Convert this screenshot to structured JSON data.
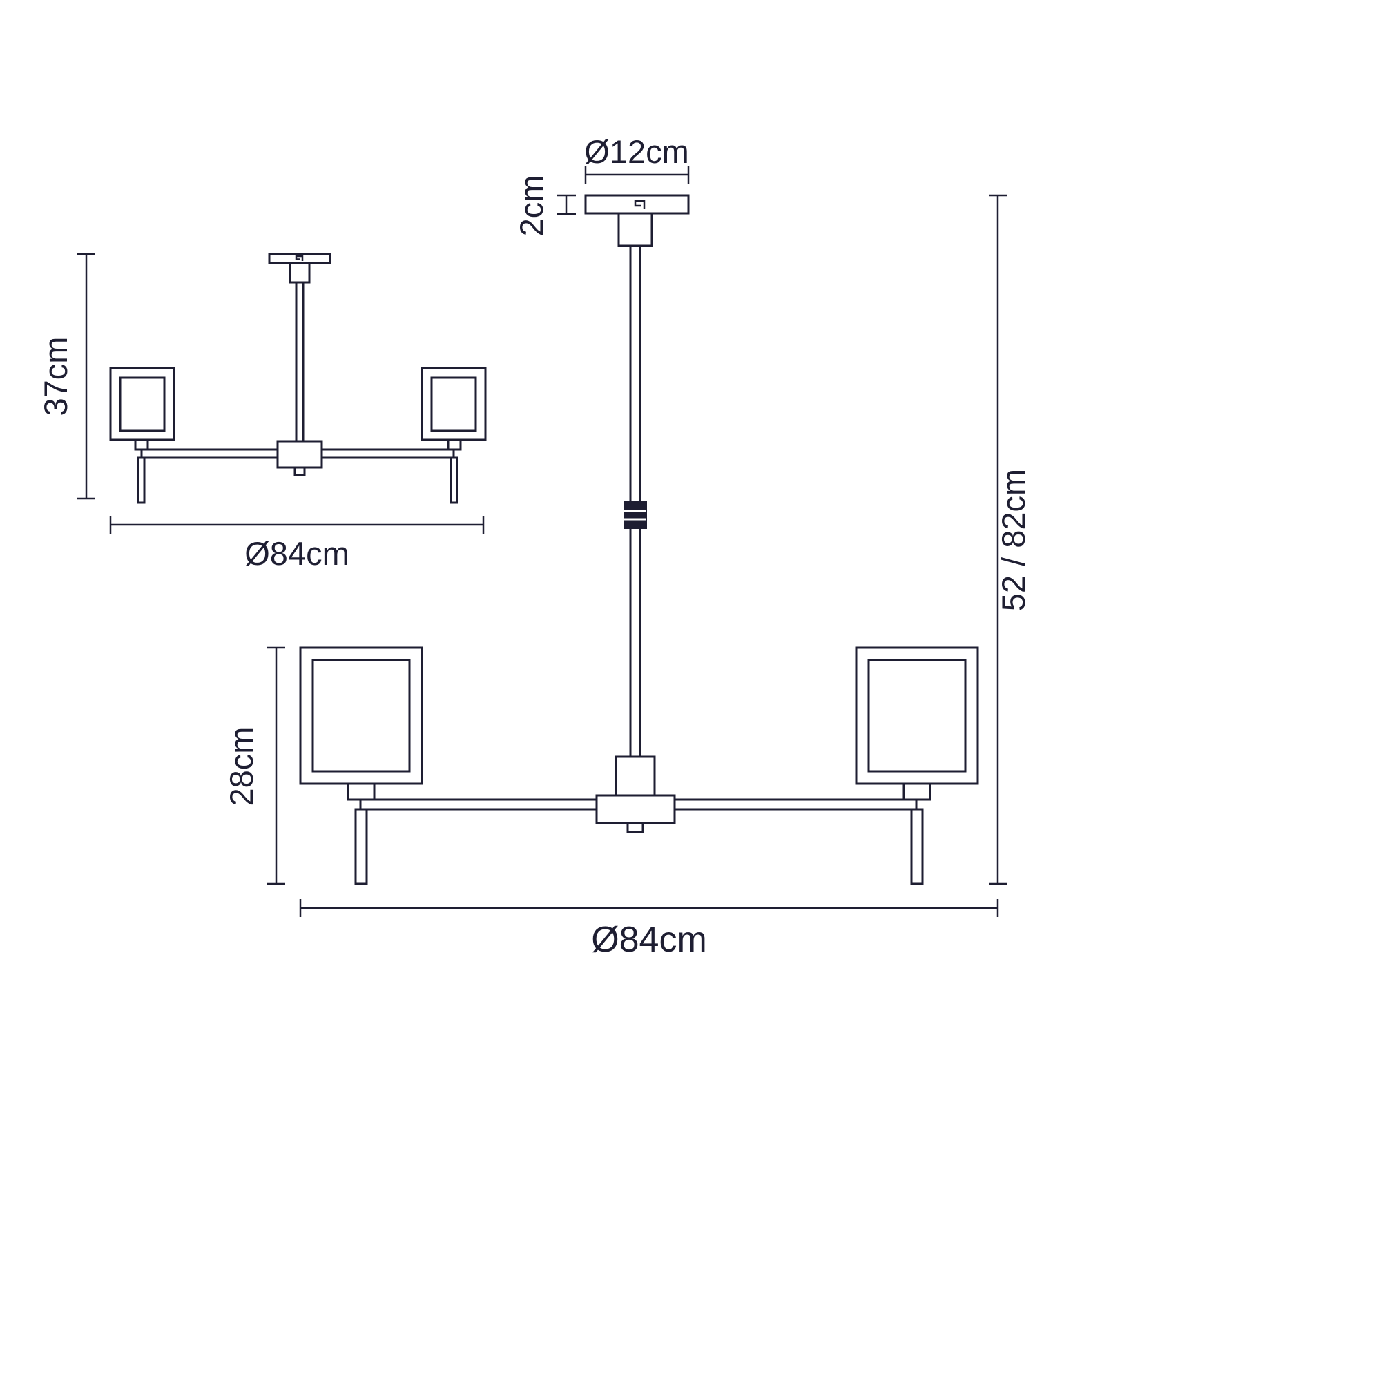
{
  "colors": {
    "line": "#1e1e32",
    "background": "#ffffff"
  },
  "small_view": {
    "height_label": "37cm",
    "width_label": "Ø84cm"
  },
  "large_view": {
    "canopy_width_label": "Ø12cm",
    "canopy_height_label": "2cm",
    "total_height_label": "52 / 82cm",
    "shade_drop_label": "28cm",
    "width_label": "Ø84cm"
  }
}
